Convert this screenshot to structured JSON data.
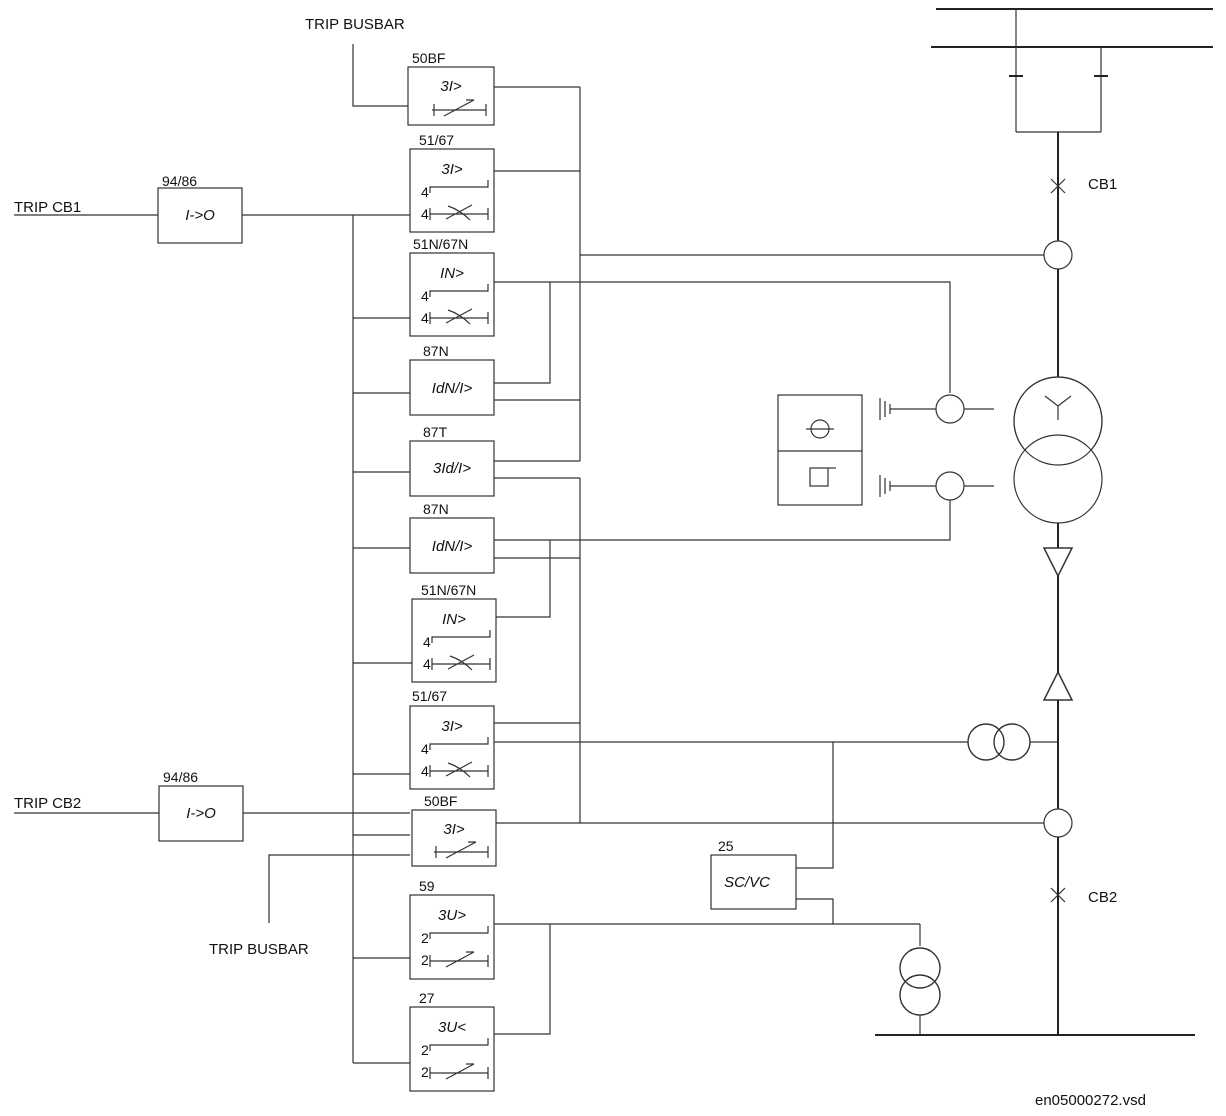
{
  "labels": {
    "trip_busbar_top": "TRIP BUSBAR",
    "trip_busbar_bottom": "TRIP BUSBAR",
    "trip_cb1": "TRIP CB1",
    "trip_cb2": "TRIP CB2",
    "cb1": "CB1",
    "cb2": "CB2",
    "file_name": "en05000272.vsd"
  },
  "lockouts": [
    {
      "code": "94/86",
      "symbol": "I->O"
    },
    {
      "code": "94/86",
      "symbol": "I->O"
    }
  ],
  "functions": [
    {
      "code": "50BF",
      "symbol": "3I>"
    },
    {
      "code": "51/67",
      "symbol": "3I>",
      "step_a": "4",
      "step_b": "4"
    },
    {
      "code": "51N/67N",
      "symbol": "IN>",
      "step_a": "4",
      "step_b": "4"
    },
    {
      "code": "87N",
      "symbol": "IdN/I>"
    },
    {
      "code": "87T",
      "symbol": "3Id/I>"
    },
    {
      "code": "87N",
      "symbol": "IdN/I>"
    },
    {
      "code": "51N/67N",
      "symbol": "IN>",
      "step_a": "4",
      "step_b": "4"
    },
    {
      "code": "51/67",
      "symbol": "3I>",
      "step_a": "4",
      "step_b": "4"
    },
    {
      "code": "50BF",
      "symbol": "3I>"
    },
    {
      "code": "59",
      "symbol": "3U>",
      "step_a": "2",
      "step_b": "2"
    },
    {
      "code": "27",
      "symbol": "3U<",
      "step_a": "2",
      "step_b": "2"
    }
  ],
  "sync": {
    "code": "25",
    "symbol": "SC/VC"
  }
}
